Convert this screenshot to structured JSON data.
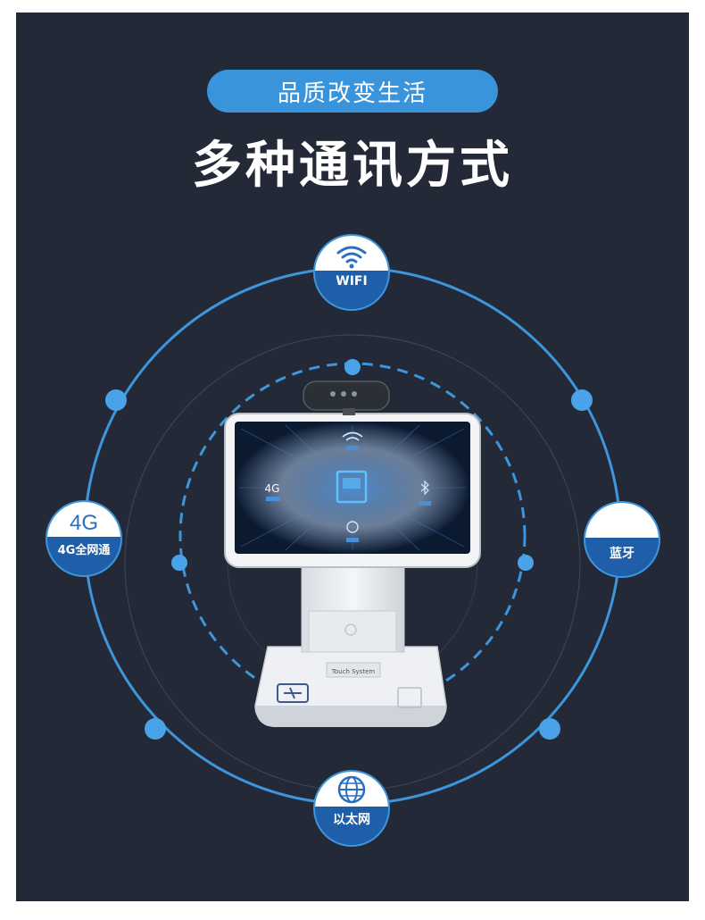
{
  "header": {
    "pill_text": "品质改变生活",
    "title": "多种通讯方式"
  },
  "badges": {
    "wifi": {
      "label": "WIFI",
      "icon": "wifi-icon"
    },
    "g4": {
      "label": "4G全网通",
      "icon_text": "4G"
    },
    "bluetooth": {
      "label": "蓝牙",
      "icon": "bluetooth-icon"
    },
    "ethernet": {
      "label": "以太网",
      "icon": "globe-icon"
    }
  },
  "device": {
    "screen_4g_text": "4G",
    "base_label": "Touch System"
  },
  "colors": {
    "background": "#232936",
    "accent": "#3a94dc",
    "badge_blue": "#1f5fa9"
  }
}
